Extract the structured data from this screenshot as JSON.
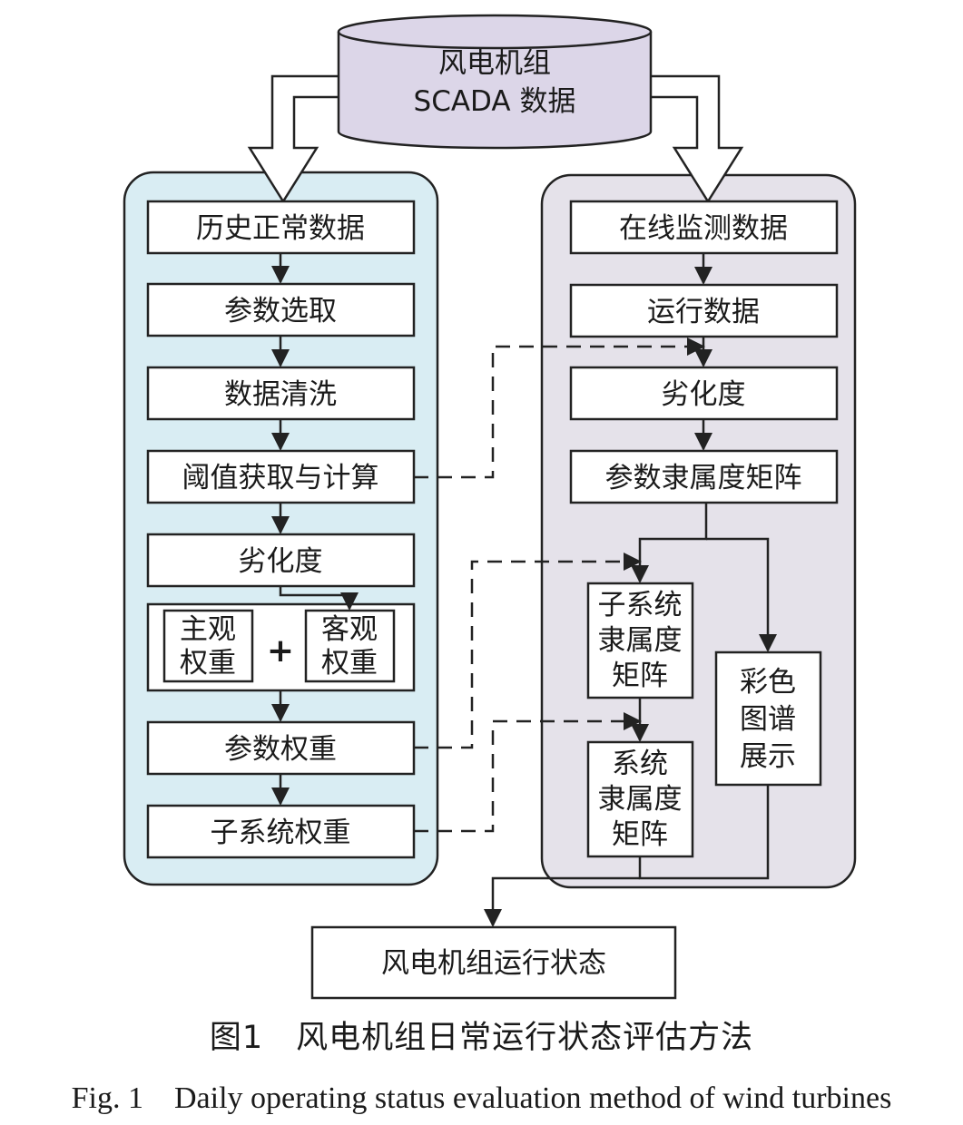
{
  "source": {
    "line1": "风电机组",
    "line2": "SCADA 数据"
  },
  "left_column": {
    "historical_data": "历史正常数据",
    "parameter_selection": "参数选取",
    "data_cleaning": "数据清洗",
    "threshold_calc": "阈值获取与计算",
    "degradation": "劣化度",
    "subjective_weight": [
      "主观",
      "权重"
    ],
    "plus_sign": "+",
    "objective_weight": [
      "客观",
      "权重"
    ],
    "parameter_weight": "参数权重",
    "subsystem_weight": "子系统权重"
  },
  "right_column": {
    "online_data": "在线监测数据",
    "operating_data": "运行数据",
    "degradation": "劣化度",
    "param_membership": "参数隶属度矩阵",
    "subsystem_membership": [
      "子系统",
      "隶属度",
      "矩阵"
    ],
    "system_membership": [
      "系统",
      "隶属度",
      "矩阵"
    ],
    "color_spectrum": [
      "彩色",
      "图谱",
      "展示"
    ]
  },
  "output": {
    "status": "风电机组运行状态"
  },
  "caption": {
    "zh": "图1　风电机组日常运行状态评估方法",
    "en": "Fig. 1　Daily operating status evaluation method of wind turbines"
  },
  "colors": {
    "left_panel": "#d9edf3",
    "right_panel": "#e5e2ea",
    "database": "#dcd6e8"
  }
}
